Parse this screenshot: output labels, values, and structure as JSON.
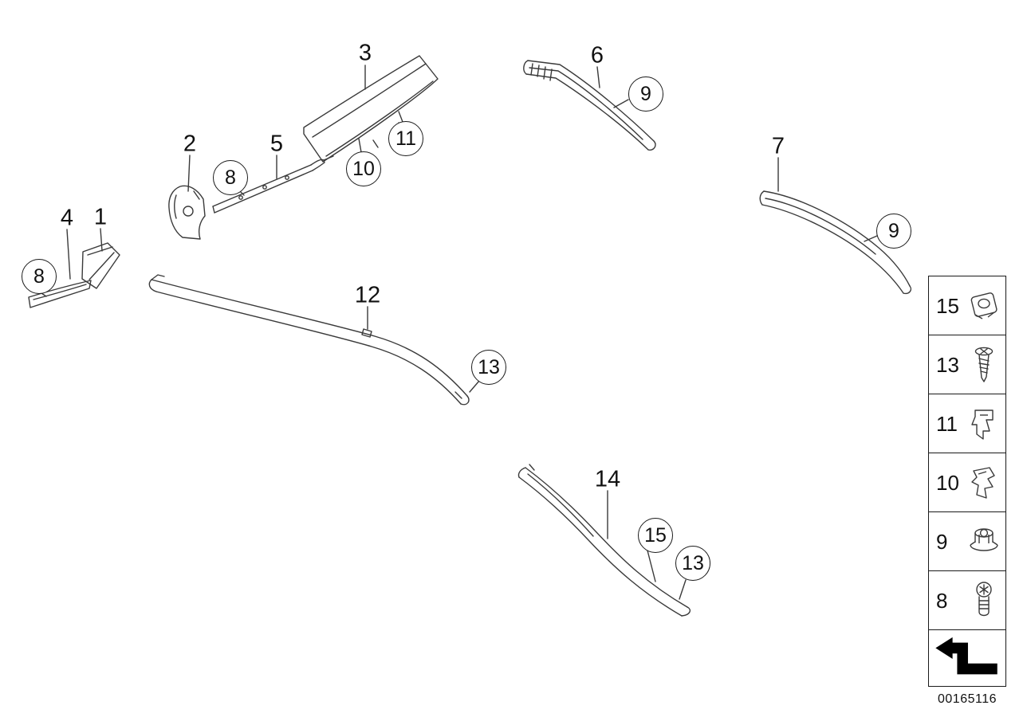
{
  "diagram": {
    "background": "#ffffff",
    "line_color": "#3a3a3a"
  },
  "callouts": {
    "plain": [
      {
        "label": "3"
      },
      {
        "label": "2"
      },
      {
        "label": "5"
      },
      {
        "label": "6"
      },
      {
        "label": "7"
      },
      {
        "label": "4"
      },
      {
        "label": "1"
      },
      {
        "label": "12"
      },
      {
        "label": "14"
      }
    ],
    "circled": [
      {
        "label": "11"
      },
      {
        "label": "10"
      },
      {
        "label": "8"
      },
      {
        "label": "9"
      },
      {
        "label": "9"
      },
      {
        "label": "8"
      },
      {
        "label": "13"
      },
      {
        "label": "15"
      },
      {
        "label": "13"
      }
    ]
  },
  "legend": {
    "rows": [
      {
        "number": "15",
        "icon": "sheet-metal-nut-icon"
      },
      {
        "number": "13",
        "icon": "tapping-screw-icon"
      },
      {
        "number": "11",
        "icon": "spring-clip-icon"
      },
      {
        "number": "10",
        "icon": "spring-clip-icon"
      },
      {
        "number": "9",
        "icon": "flange-nut-icon"
      },
      {
        "number": "8",
        "icon": "pan-head-screw-icon"
      }
    ],
    "direction_symbol": "bent-arrow-icon"
  },
  "footer": {
    "diagram_number": "00165116"
  }
}
